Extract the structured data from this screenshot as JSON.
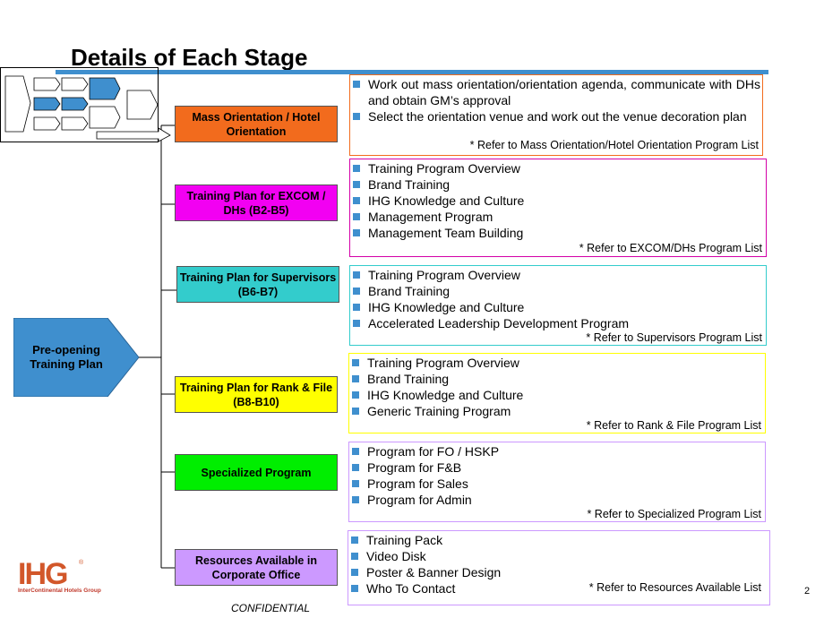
{
  "title": "Details of Each Stage",
  "colors": {
    "title_bar": "#3f8fce",
    "root_fill": "#3f8fce",
    "bullet": "#3f8fce",
    "mass": "#f26b1d",
    "excom": "#f200f2",
    "supervisors": "#33cccc",
    "rank": "#ffff00",
    "specialized": "#00ee00",
    "resources": "#cc99ff"
  },
  "root_label": "Pre-opening Training Plan",
  "stages": [
    {
      "id": "mass",
      "label": "Mass Orientation / Hotel Orientation",
      "items": [
        "Work out mass orientation/orientation agenda, communicate with DHs and obtain GM’s approval",
        "Select the orientation venue and work out the venue decoration plan"
      ],
      "refer": "* Refer to Mass Orientation/Hotel Orientation Program List"
    },
    {
      "id": "excom",
      "label": "Training Plan for EXCOM / DHs (B2-B5)",
      "items": [
        "Training Program Overview",
        "Brand Training",
        "IHG Knowledge and Culture",
        "Management Program",
        "Management Team Building"
      ],
      "refer": "* Refer to EXCOM/DHs Program List"
    },
    {
      "id": "supervisors",
      "label": "Training Plan for Supervisors (B6-B7)",
      "items": [
        "Training Program Overview",
        "Brand Training",
        "IHG Knowledge and Culture",
        "Accelerated Leadership Development Program"
      ],
      "refer": "* Refer to Supervisors Program List"
    },
    {
      "id": "rank",
      "label": "Training Plan for Rank & File (B8-B10)",
      "items": [
        "Training Program Overview",
        "Brand Training",
        "IHG Knowledge and Culture",
        "Generic Training Program"
      ],
      "refer": "* Refer to Rank & File Program List"
    },
    {
      "id": "specialized",
      "label": "Specialized Program",
      "items": [
        "Program for FO / HSKP",
        "Program for F&B",
        "Program for Sales",
        "Program for Admin"
      ],
      "refer": "* Refer to Specialized Program List"
    },
    {
      "id": "resources",
      "label": "Resources Available in Corporate Office",
      "items": [
        "Training Pack",
        "Video Disk",
        "Poster & Banner Design",
        "Who To Contact"
      ],
      "refer": "* Refer to Resources Available List"
    }
  ],
  "logo": {
    "text": "IHG",
    "registered": "®",
    "caption": "InterContinental Hotels Group"
  },
  "footer": {
    "confidential": "CONFIDENTIAL",
    "page_number": "2"
  }
}
